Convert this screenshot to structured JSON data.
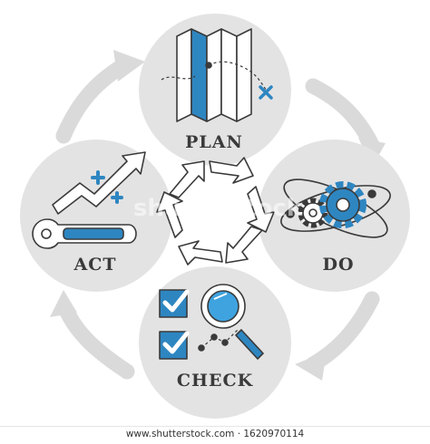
{
  "diagram": {
    "stages": {
      "plan": "PLAN",
      "do": "DO",
      "check": "CHECK",
      "act": "ACT"
    },
    "center_icon": "cycle-arrows-icon",
    "icons": {
      "plan": "folded-map-icon",
      "do": "gears-orbit-icon",
      "check": "checklist-magnifier-icon",
      "act": "wrench-growth-icon"
    }
  },
  "watermark": {
    "text": "shutterstock",
    "footer": "www.shutterstock.com · 1620970114"
  },
  "colors": {
    "circle": "#e3e3e3",
    "arrow": "#dadada",
    "accent": "#2e86c1",
    "accent_light": "#3fa3e0",
    "outline": "#3a3a3a"
  }
}
